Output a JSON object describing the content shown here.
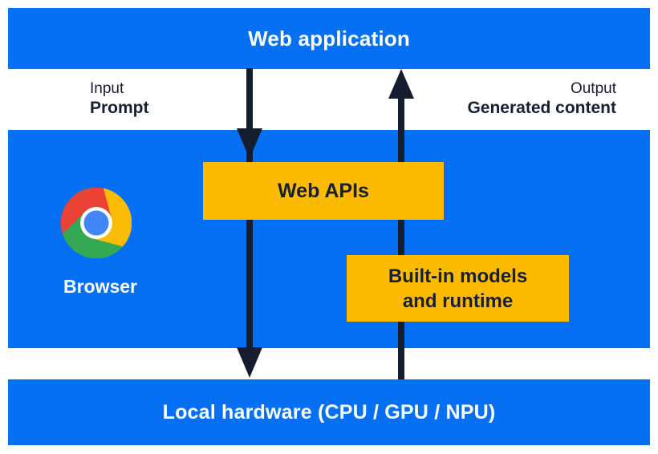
{
  "colors": {
    "band_blue": "#0670F4",
    "box_yellow": "#FCBB00",
    "text_navy": "#161F33",
    "arrow_navy": "#141D2E",
    "chrome_red": "#EA4335",
    "chrome_yellow": "#FBBC05",
    "chrome_green": "#34A853",
    "chrome_blue": "#4285F4",
    "text_white": "#FFFFFF"
  },
  "top_band": {
    "label": "Web application"
  },
  "io_row": {
    "input_caption": "Input",
    "input_label": "Prompt",
    "output_caption": "Output",
    "output_label": "Generated content"
  },
  "browser_band": {
    "browser_label": "Browser",
    "logo": "chrome-logo-icon",
    "web_apis_label": "Web APIs",
    "builtin_line1": "Built-in models",
    "builtin_line2": "and runtime"
  },
  "bottom_band": {
    "label": "Local hardware (CPU / GPU / NPU)"
  },
  "flows": {
    "down_arrow": "prompt-input-flow",
    "up_arrow": "generated-content-output-flow"
  }
}
